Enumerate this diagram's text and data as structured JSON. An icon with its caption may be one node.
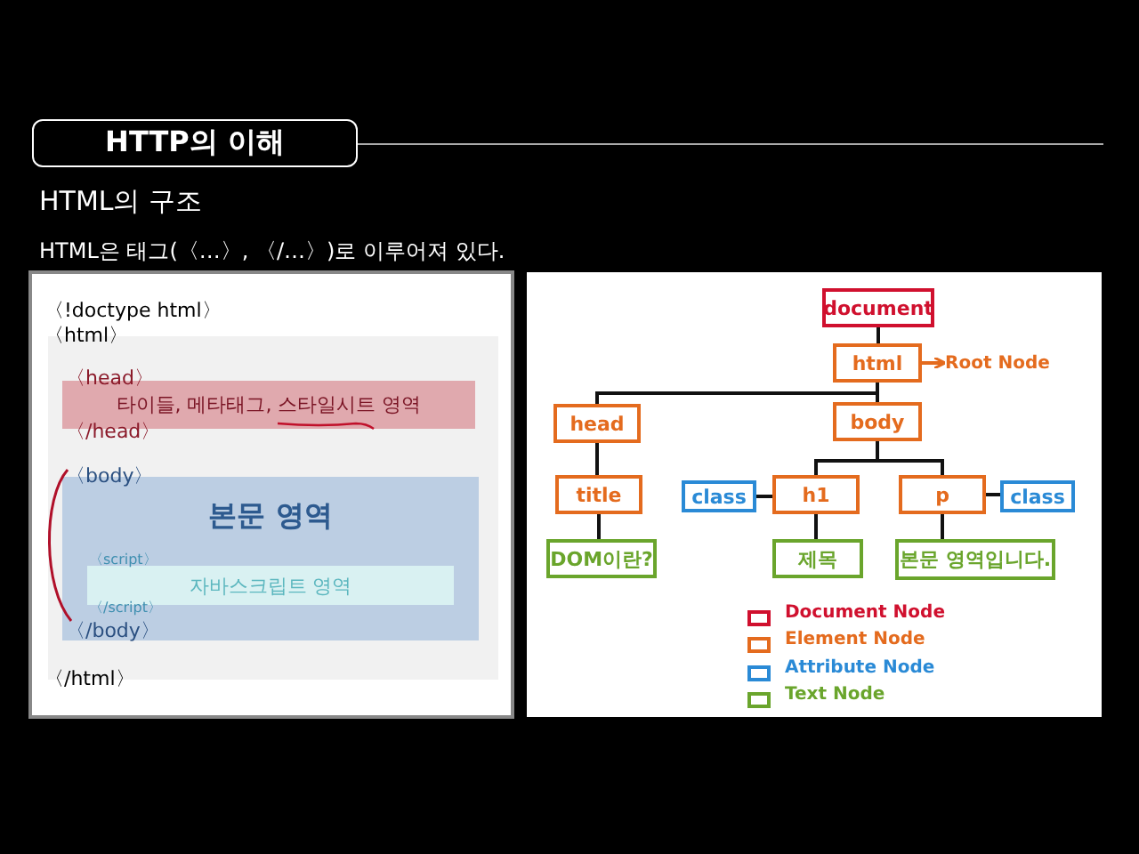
{
  "diagram": {
    "title": "HTTP의 이해",
    "nodes": [
      {
        "text": [
          "타이들, 메타태그, 스타일시트 영역"
        ]
      },
      {
        "text": [
          "본문 영역"
        ]
      },
      {
        "text": [
          "자바스크립트 영역"
        ],
        "in": 1
      },
      {
        "text": [
          "document"
        ]
      },
      {
        "text": [
          "html"
        ]
      },
      {
        "text": [
          "Root Node"
        ]
      },
      {
        "text": [
          "head"
        ]
      },
      {
        "text": [
          "body"
        ]
      },
      {
        "text": [
          "title"
        ]
      },
      {
        "text": [
          "class"
        ]
      },
      {
        "text": [
          "h1"
        ]
      },
      {
        "text": [
          "p"
        ]
      },
      {
        "text": [
          "class"
        ]
      },
      {
        "text": [
          "DOM이란?"
        ]
      },
      {
        "text": [
          "제목"
        ]
      },
      {
        "text": [
          "본문 영역입니다."
        ]
      }
    ],
    "edges": [
      {
        "from": 3,
        "to": 4,
        "arrow": "none"
      },
      {
        "from": 4,
        "to": 5,
        "arrow": "to",
        "color": "#e46b1e"
      },
      {
        "from": 4,
        "to": 6,
        "arrow": "none"
      },
      {
        "from": 4,
        "to": 7,
        "arrow": "none"
      },
      {
        "from": 6,
        "to": 8,
        "arrow": "none"
      },
      {
        "from": 8,
        "to": 13,
        "arrow": "none"
      },
      {
        "from": 7,
        "to": 10,
        "arrow": "none"
      },
      {
        "from": 7,
        "to": 11,
        "arrow": "none"
      },
      {
        "from": 9,
        "to": 10,
        "arrow": "none"
      },
      {
        "from": 11,
        "to": 12,
        "arrow": "none"
      },
      {
        "from": 10,
        "to": 14,
        "arrow": "none"
      },
      {
        "from": 11,
        "to": 15,
        "arrow": "none"
      }
    ],
    "labels": [
      "HTML의 구조",
      "HTML은 태그(〈…〉, 〈/…〉)로 이루어져 있다.",
      "〈!doctype html〉",
      "〈html〉",
      "〈head〉",
      "〈/head〉",
      "〈body〉",
      "〈script〉",
      "〈/script〉",
      "〈/body〉",
      "〈/html〉"
    ],
    "legend": [
      {
        "text": "Document Node",
        "color": "#d0102e"
      },
      {
        "text": "Element Node",
        "color": "#e46b1e"
      },
      {
        "text": "Attribute Node",
        "color": "#2a8ad6"
      },
      {
        "text": "Text Node",
        "color": "#6aa52c"
      }
    ]
  }
}
